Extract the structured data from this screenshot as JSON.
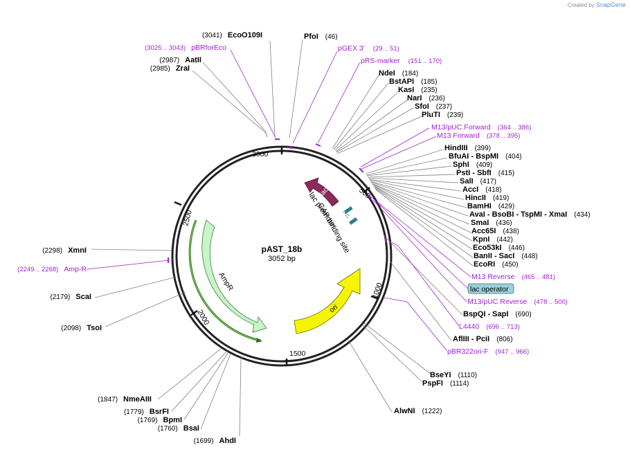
{
  "credit": {
    "prefix": "Created by",
    "app": "SnapGene"
  },
  "plasmid": {
    "name": "pAST_18b",
    "length_label": "3052 bp",
    "length": 3052
  },
  "ticks": [
    {
      "label": "500",
      "bp": 500
    },
    {
      "label": "1000",
      "bp": 1000
    },
    {
      "label": "1500",
      "bp": 1500
    },
    {
      "label": "2000",
      "bp": 2000
    },
    {
      "label": "2500",
      "bp": 2500
    },
    {
      "label": "3000",
      "bp": 3000
    }
  ],
  "sites": [
    {
      "name": "EcoO109I",
      "pos": "(3041)",
      "bp": 3041
    },
    {
      "name": "AatII",
      "pos": "(2987)",
      "bp": 2987
    },
    {
      "name": "ZraI",
      "pos": "(2985)",
      "bp": 2985
    },
    {
      "name": "PfoI",
      "pos": "(46)",
      "bp": 46
    },
    {
      "name": "NdeI",
      "pos": "(184)",
      "bp": 184
    },
    {
      "name": "BstAPI",
      "pos": "(185)",
      "bp": 185
    },
    {
      "name": "KasI",
      "pos": "(235)",
      "bp": 235
    },
    {
      "name": "NarI",
      "pos": "(236)",
      "bp": 236
    },
    {
      "name": "SfoI",
      "pos": "(237)",
      "bp": 237
    },
    {
      "name": "PluTI",
      "pos": "(239)",
      "bp": 239
    },
    {
      "name": "HindIII",
      "pos": "(399)",
      "bp": 399
    },
    {
      "name": "BfuAI - BspMI",
      "pos": "(404)",
      "bp": 404
    },
    {
      "name": "SphI",
      "pos": "(409)",
      "bp": 409
    },
    {
      "name": "PstI - SbfI",
      "pos": "(415)",
      "bp": 415
    },
    {
      "name": "SalI",
      "pos": "(417)",
      "bp": 417
    },
    {
      "name": "AccI",
      "pos": "(418)",
      "bp": 418
    },
    {
      "name": "HincII",
      "pos": "(419)",
      "bp": 419
    },
    {
      "name": "BamHI",
      "pos": "(429)",
      "bp": 429
    },
    {
      "name": "AvaI - BsoBI - TspMI - XmaI",
      "pos": "(434)",
      "bp": 434
    },
    {
      "name": "SmaI",
      "pos": "(436)",
      "bp": 436
    },
    {
      "name": "Acc65I",
      "pos": "(438)",
      "bp": 438
    },
    {
      "name": "KpnI",
      "pos": "(442)",
      "bp": 442
    },
    {
      "name": "Eco53kI",
      "pos": "(446)",
      "bp": 446
    },
    {
      "name": "BanII - SacI",
      "pos": "(448)",
      "bp": 448
    },
    {
      "name": "EcoRI",
      "pos": "(450)",
      "bp": 450
    },
    {
      "name": "BspQI - SapI",
      "pos": "(690)",
      "bp": 690
    },
    {
      "name": "AflIII - PciI",
      "pos": "(806)",
      "bp": 806
    },
    {
      "name": "BseYI",
      "pos": "(1110)",
      "bp": 1110
    },
    {
      "name": "PspFI",
      "pos": "(1114)",
      "bp": 1114
    },
    {
      "name": "AlwNI",
      "pos": "(1222)",
      "bp": 1222
    },
    {
      "name": "AhdI",
      "pos": "(1699)",
      "bp": 1699
    },
    {
      "name": "BsaI",
      "pos": "(1760)",
      "bp": 1760
    },
    {
      "name": "BpmI",
      "pos": "(1769)",
      "bp": 1769
    },
    {
      "name": "BsrFI",
      "pos": "(1779)",
      "bp": 1779
    },
    {
      "name": "NmeAIII",
      "pos": "(1847)",
      "bp": 1847
    },
    {
      "name": "TsoI",
      "pos": "(2098)",
      "bp": 2098
    },
    {
      "name": "ScaI",
      "pos": "(2179)",
      "bp": 2179
    },
    {
      "name": "XmnI",
      "pos": "(2298)",
      "bp": 2298
    }
  ],
  "features": [
    {
      "name": "pBRforEco",
      "range": "(3025 .. 3043)",
      "bp": 3034
    },
    {
      "name": "pGEX 3'",
      "range": "(29 .. 51)",
      "bp": 40
    },
    {
      "name": "pRS-marker",
      "range": "(151 .. 170)",
      "bp": 160
    },
    {
      "name": "M13/pUC Forward",
      "range": "(364 .. 386)",
      "bp": 375
    },
    {
      "name": "M13 Forward",
      "range": "(378 .. 395)",
      "bp": 386
    },
    {
      "name": "M13 Reverse",
      "range": "(465 .. 481)",
      "bp": 473
    },
    {
      "name": "lac operator",
      "range": "",
      "bp": 500
    },
    {
      "name": "M13/pUC Reverse",
      "range": "(478 .. 500)",
      "bp": 489
    },
    {
      "name": "L4440",
      "range": "(696 .. 713)",
      "bp": 704
    },
    {
      "name": "pBR322ori-F",
      "range": "(947 .. 966)",
      "bp": 956
    },
    {
      "name": "Amp-R",
      "range": "(2249 .. 2268)",
      "bp": 2258
    }
  ],
  "map_features": [
    {
      "name": "lacZα",
      "color": "#8c2a5a"
    },
    {
      "name": "lac promoter",
      "color": "#2f7f8c"
    },
    {
      "name": "CAP binding site",
      "color": "#2f7f8c"
    },
    {
      "name": "ori",
      "color": "#f5f500"
    },
    {
      "name": "AmpR",
      "color": "#c8f5c8"
    }
  ],
  "colors": {
    "primer": "#a020d0",
    "backbone": "#222222",
    "amp_border": "#2d6b1a",
    "lacop_fill": "#9ad0d8"
  }
}
